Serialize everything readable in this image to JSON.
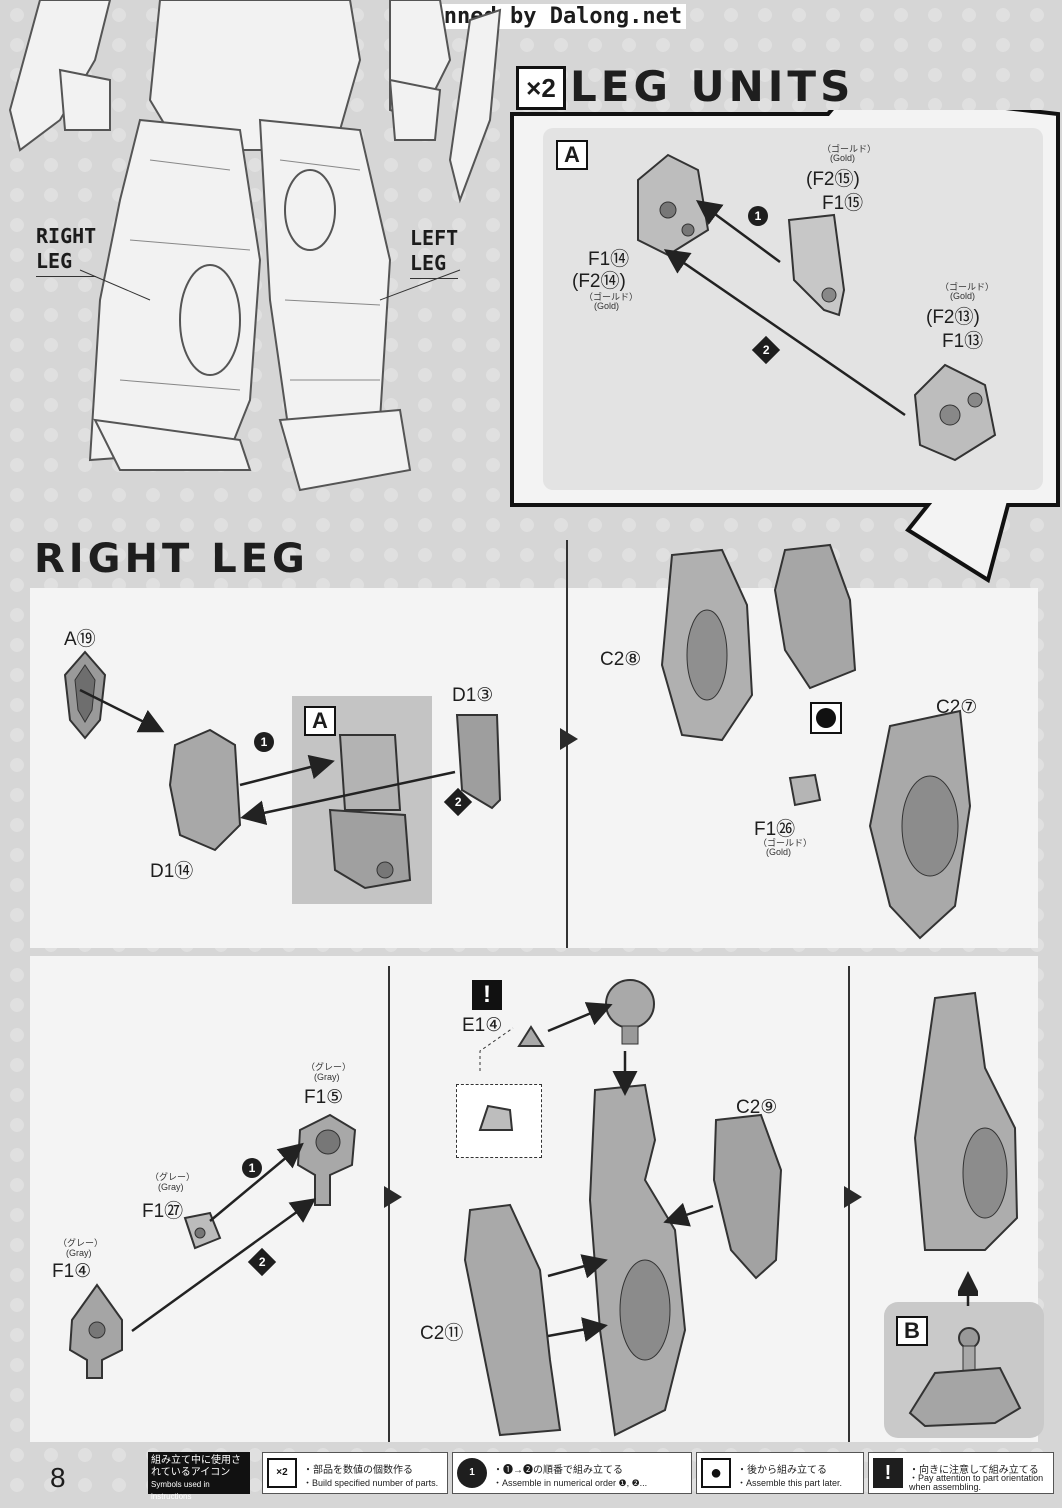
{
  "watermark": "Scanned by Dalong.net",
  "page_number": "8",
  "top_section": {
    "multiplier": "×2",
    "title": "LEG UNITS",
    "right_leg_label": "RIGHT\nLEG",
    "left_leg_label": "LEFT\nLEG",
    "subassembly_letter": "A",
    "parts": {
      "f2_15": "(F2⑮)",
      "f1_15": "F1⑮",
      "f1_14": "F1⑭",
      "f2_14": "(F2⑭)",
      "f2_13": "(F2⑬)",
      "f1_13": "F1⑬",
      "gold_jp": "（ゴールド）",
      "gold_en": "(Gold)"
    },
    "steps": [
      "1",
      "2"
    ]
  },
  "right_leg_section": {
    "title": "RIGHT LEG",
    "step1": {
      "a19": "A⑲",
      "d1_14": "D1⑭",
      "d1_3": "D1③",
      "sub_letter": "A",
      "steps": [
        "1",
        "2"
      ]
    },
    "step2": {
      "c2_8": "C2⑧",
      "c2_7": "C2⑦",
      "f1_26": "F1㉖",
      "gold_jp": "（ゴールド）",
      "gold_en": "(Gold)"
    },
    "step3": {
      "gray_jp": "（グレー）",
      "gray_en": "(Gray)",
      "f1_5": "F1⑤",
      "f1_27": "F1㉗",
      "f1_4": "F1④",
      "steps": [
        "1",
        "2"
      ]
    },
    "step4": {
      "e1_4": "E1④",
      "c2_9": "C2⑨",
      "c2_11": "C2⑪",
      "attention": "!"
    },
    "step5": {
      "sub_letter": "B"
    }
  },
  "footer": {
    "legend_jp": "組み立て中に使用されているアイコン",
    "legend_en": "Symbols used in instructions",
    "items": [
      {
        "icon": "×2",
        "jp": "・部品を数値の個数作る",
        "en": "・Build specified number of parts."
      },
      {
        "icon": "1",
        "jp": "・❶→❷の順番で組み立てる",
        "en": "・Assemble in numerical order ❶, ❷..."
      },
      {
        "icon": "●",
        "jp": "・後から組み立てる",
        "en": "・Assemble this part later."
      },
      {
        "icon": "!",
        "jp": "・向きに注意して組み立てる",
        "en": "・Pay attention to part orientation when assembling."
      }
    ]
  }
}
